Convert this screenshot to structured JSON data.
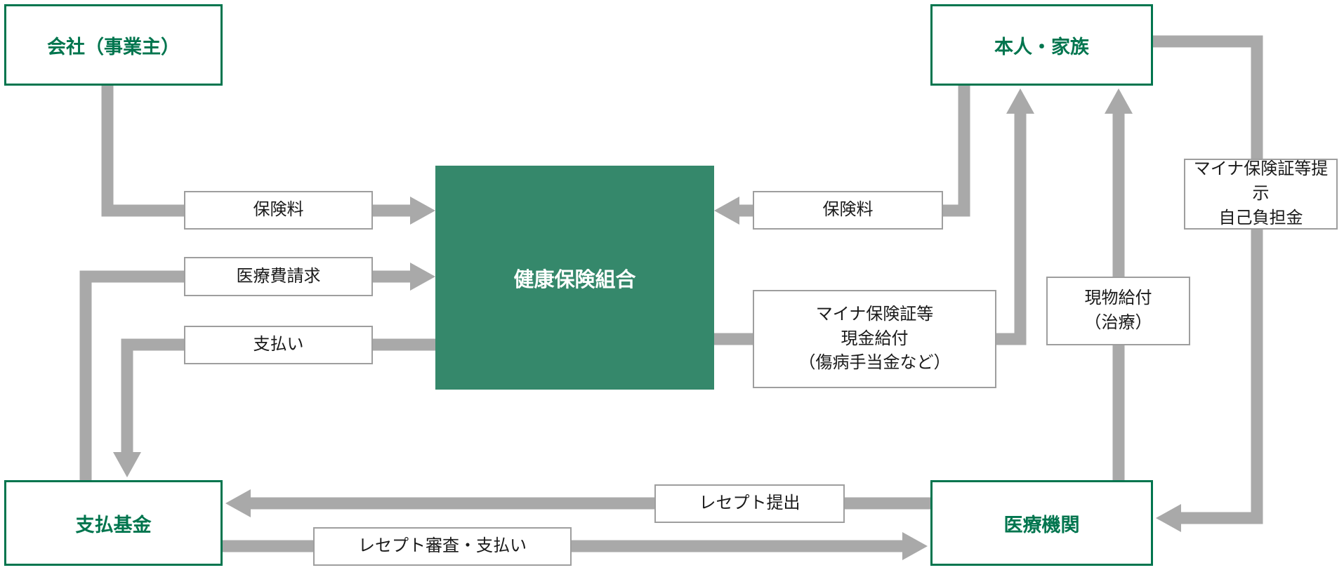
{
  "colors": {
    "green_fill": "#35886B",
    "green_border": "#00754E",
    "arrow_gray": "#A9A9A9",
    "label_border": "#9E9E9E",
    "text_dark": "#1A1A1A"
  },
  "nodes": {
    "company": "会社（事業主）",
    "member": "本人・家族",
    "kenpo": "健康保険組合",
    "payment_fund": "支払基金",
    "medical": "医療機関"
  },
  "flows": {
    "premium_from_company": "保険料",
    "premium_from_member": "保険料",
    "medical_claim": "医療費請求",
    "payment": "支払い",
    "myna_cash_benefit": [
      "マイナ保険証等",
      "現金給付",
      "（傷病手当金など）"
    ],
    "myna_present_selfpay": [
      "マイナ保険証等提示",
      "自己負担金"
    ],
    "benefit_in_kind": [
      "現物給付",
      "（治療）"
    ],
    "receipt_submit": "レセプト提出",
    "receipt_review_payment": "レセプト審査・支払い"
  }
}
